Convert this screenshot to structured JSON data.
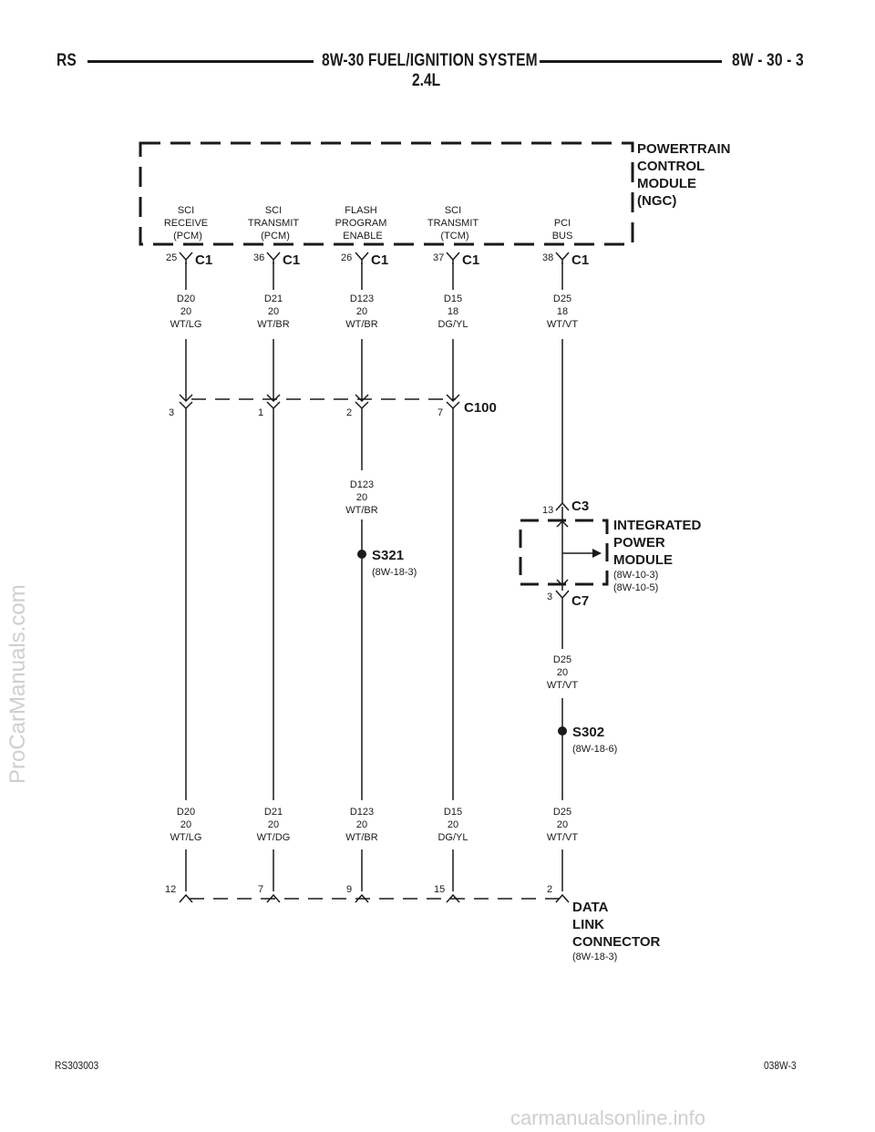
{
  "header": {
    "left": "RS",
    "center": "8W-30 FUEL/IGNITION SYSTEM",
    "center_sub": "2.4L",
    "right": "8W - 30 - 3"
  },
  "footer": {
    "left": "RS303003",
    "right": "038W-3"
  },
  "watermarks": {
    "side": "ProCarManuals.com",
    "bottom": "carmanualsonline.info"
  },
  "pcm": {
    "title": [
      "POWERTRAIN",
      "CONTROL",
      "MODULE",
      "(NGC)"
    ],
    "connector": "C1",
    "pins": [
      {
        "label": [
          "SCI",
          "RECEIVE",
          "(PCM)"
        ],
        "pin": "25"
      },
      {
        "label": [
          "SCI",
          "TRANSMIT",
          "(PCM)"
        ],
        "pin": "36"
      },
      {
        "label": [
          "FLASH",
          "PROGRAM",
          "ENABLE"
        ],
        "pin": "26"
      },
      {
        "label": [
          "SCI",
          "TRANSMIT",
          "(TCM)"
        ],
        "pin": "37"
      },
      {
        "label": [
          "PCI",
          "BUS"
        ],
        "pin": "38"
      }
    ]
  },
  "upper_wires": [
    {
      "circuit": "D20",
      "gauge": "20",
      "color": "WT/LG"
    },
    {
      "circuit": "D21",
      "gauge": "20",
      "color": "WT/BR"
    },
    {
      "circuit": "D123",
      "gauge": "20",
      "color": "WT/BR"
    },
    {
      "circuit": "D15",
      "gauge": "18",
      "color": "DG/YL"
    },
    {
      "circuit": "D25",
      "gauge": "18",
      "color": "WT/VT"
    }
  ],
  "c100": {
    "name": "C100",
    "pins": [
      "3",
      "1",
      "2",
      "7"
    ]
  },
  "mid_wire": {
    "circuit": "D123",
    "gauge": "20",
    "color": "WT/BR"
  },
  "s321": {
    "name": "S321",
    "ref": "(8W-18-3)"
  },
  "ipm": {
    "title": [
      "INTEGRATED",
      "POWER",
      "MODULE"
    ],
    "refs": [
      "(8W-10-3)",
      "(8W-10-5)"
    ],
    "top_connector": "C3",
    "top_pin": "13",
    "bottom_connector": "C7",
    "bottom_pin": "3"
  },
  "ipm_out_wire": {
    "circuit": "D25",
    "gauge": "20",
    "color": "WT/VT"
  },
  "s302": {
    "name": "S302",
    "ref": "(8W-18-6)"
  },
  "lower_wires": [
    {
      "circuit": "D20",
      "gauge": "20",
      "color": "WT/LG"
    },
    {
      "circuit": "D21",
      "gauge": "20",
      "color": "WT/DG"
    },
    {
      "circuit": "D123",
      "gauge": "20",
      "color": "WT/BR"
    },
    {
      "circuit": "D15",
      "gauge": "20",
      "color": "DG/YL"
    },
    {
      "circuit": "D25",
      "gauge": "20",
      "color": "WT/VT"
    }
  ],
  "dlc": {
    "title": [
      "DATA",
      "LINK",
      "CONNECTOR"
    ],
    "ref": "(8W-18-3)",
    "pins": [
      "12",
      "7",
      "9",
      "15",
      "2"
    ]
  }
}
